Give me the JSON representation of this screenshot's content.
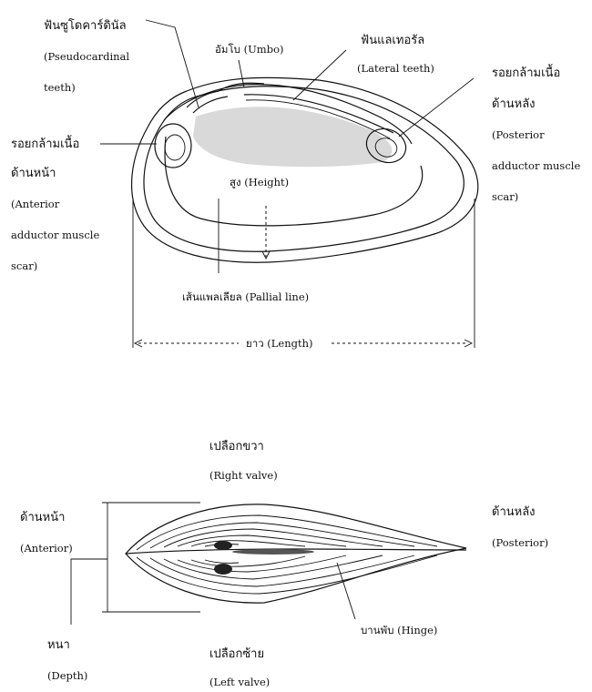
{
  "top_view": {
    "pseudocardinal_th": "ฟันซูโดคาร์ดินัล",
    "pseudocardinal_en_1": "(Pseudocardinal",
    "pseudocardinal_en_2": "teeth)",
    "umbo": "อัมโบ (Umbo)",
    "lateral_th": "ฟันแลเทอรัล",
    "lateral_en": "(Lateral teeth)",
    "posterior_scar_th_1": "รอยกล้ามเนื้อ",
    "posterior_scar_th_2": "ด้านหลัง",
    "posterior_scar_en_1": "(Posterior",
    "posterior_scar_en_2": "adductor muscle",
    "posterior_scar_en_3": "scar)",
    "anterior_scar_th_1": "รอยกล้ามเนื้อ",
    "anterior_scar_th_2": "ด้านหน้า",
    "anterior_scar_en_1": "(Anterior",
    "anterior_scar_en_2": "adductor muscle",
    "anterior_scar_en_3": "scar)",
    "height": "สูง (Height)",
    "pallial_line": "เส้นแพลเลียล (Pallial line)",
    "length": "ยาว (Length)"
  },
  "side_view": {
    "right_valve_th": "เปลือกขวา",
    "right_valve_en": "(Right valve)",
    "anterior_th": "ด้านหน้า",
    "anterior_en": "(Anterior)",
    "posterior_th": "ด้านหลัง",
    "posterior_en": "(Posterior)",
    "hinge": "บานพับ (Hinge)",
    "depth_th": "หนา",
    "depth_en": "(Depth)",
    "left_valve_th": "เปลือกซ้าย",
    "left_valve_en": "(Left valve)"
  }
}
